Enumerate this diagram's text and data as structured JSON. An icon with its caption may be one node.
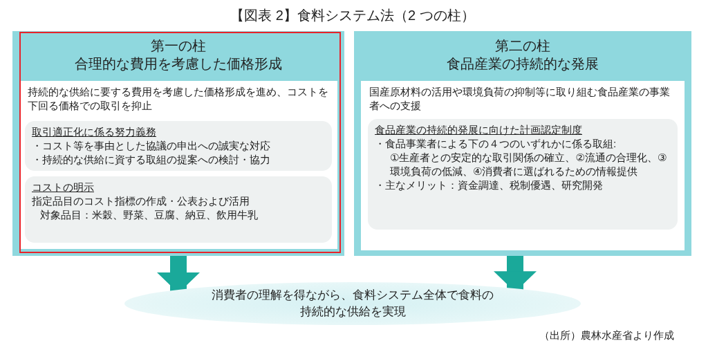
{
  "diagram": {
    "title": "【図表 2】食料システム法（2 つの柱）",
    "nodes": [
      {
        "text": [
          "第一の柱",
          "合理的な費用を考慮した価格形成"
        ]
      },
      {
        "text": [
          "持続的な供給に要する費用を考慮した価格形成を進め、コストを下回る価格での取引を抑止"
        ],
        "in": 0
      },
      {
        "text": [
          "取引適正化に係る努力義務",
          "・コスト等を事由とした協議の申出への誠実な対応",
          "・持続的な供給に資する取組の提案への検討・協力"
        ],
        "in": 1
      },
      {
        "text": [
          "コストの明示",
          "指定品目のコスト指標の作成・公表および活用",
          "対象品目：米穀、野菜、豆腐、納豆、飲用牛乳"
        ],
        "in": 1
      },
      {
        "text": [
          "第二の柱",
          "食品産業の持続的な発展"
        ]
      },
      {
        "text": [
          "国産原材料の活用や環境負荷の抑制等に取り組む食品産業の事業者への支援"
        ],
        "in": 4
      },
      {
        "text": [
          "食品産業の持続的発展に向けた計画認定制度",
          "・食品事業者による下の４つのいずれかに係る取組:",
          "①生産者との安定的な取引関係の確立、②流通の合理化、③環境負荷の低減、④消費者に選ばれるための情報提供",
          "・主なメリット：資金調達、税制優遇、研究開発"
        ],
        "in": 5
      },
      {
        "text": [
          "消費者の理解を得ながら、食料システム全体で食料の持続的な供給を実現"
        ]
      }
    ],
    "edges": [
      {
        "from": 0,
        "to": 7,
        "arrow": "to"
      },
      {
        "from": 4,
        "to": 7,
        "arrow": "to"
      }
    ],
    "labels": [
      "（出所）農林水産省より作成"
    ]
  }
}
